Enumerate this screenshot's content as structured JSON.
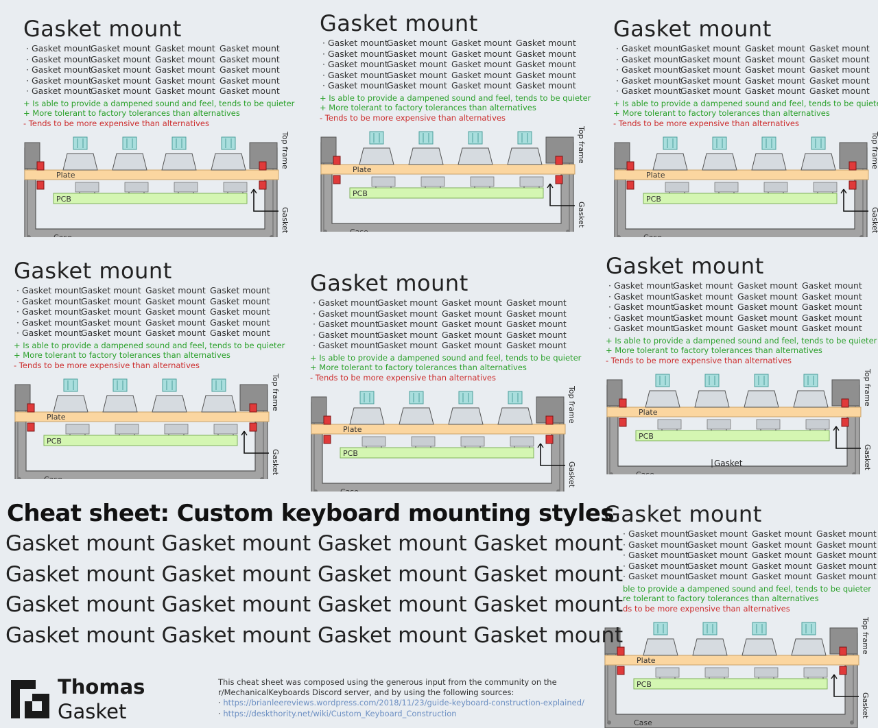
{
  "panel_title": "Gasket mount",
  "grid_item": "Gasket mount",
  "pros": [
    "+ Is able to provide a dampened sound and feel, tends to be quieter",
    "+ More tolerant to factory tolerances than alternatives"
  ],
  "cons": [
    "- Tends to be more expensive than alternatives"
  ],
  "diagram_labels": {
    "plate": "Plate",
    "pcb": "PCB",
    "case": "Case",
    "top_frame": "Top frame",
    "gasket": "Gasket"
  },
  "extra_gasket_label": "Gasket",
  "cropped_pros": [
    "ble to provide a dampened sound and feel, tends to be quieter",
    "re tolerant to factory tolerances than alternatives"
  ],
  "cropped_cons": [
    "ds to be more expensive than alternatives"
  ],
  "headline": "Cheat sheet: Custom keyboard mounting styles",
  "brand": {
    "line1": "Thomas",
    "line2": "Gasket"
  },
  "sources": {
    "text_line1": "This cheat sheet was composed using the generous input from the community on the",
    "text_line2": "r/MechanicalKeyboards Discord server, and by using the following sources:",
    "link1": "https://brianleereviews.wordpress.com/2018/11/23/guide-keyboard-construction-explained/",
    "link2": "https://deskthority.net/wiki/Custom_Keyboard_Construction"
  },
  "colors": {
    "plate": "#fbd6a0",
    "pcb": "#d4f6b2",
    "case": "#a3a3a3",
    "gasket": "#e03a3a",
    "keycap": "#d6dbe0",
    "stem": "#a9dedd",
    "pro": "#2aa02a",
    "con": "#cc2d2d"
  }
}
